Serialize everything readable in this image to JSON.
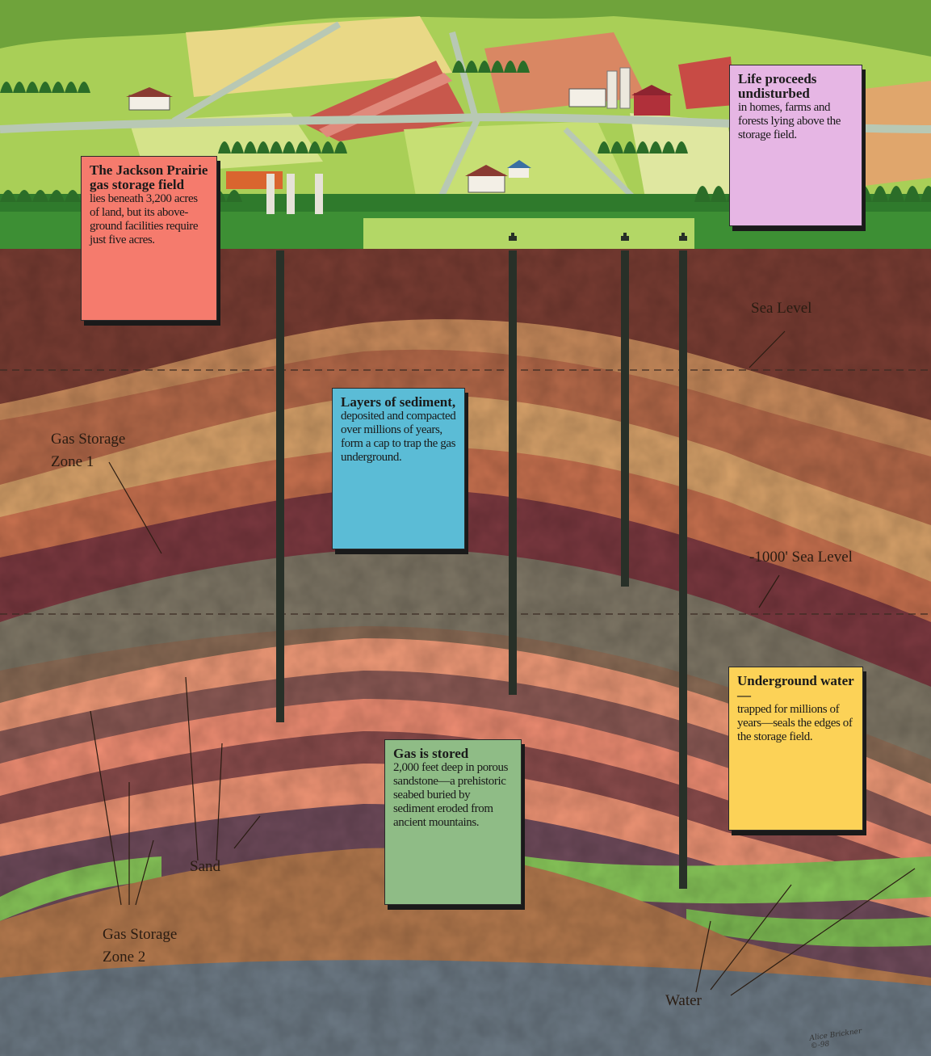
{
  "callouts": {
    "jackson": {
      "heading": "The Jackson Prairie gas storage field",
      "body": "lies beneath 3,200 acres of land, but its above-ground facilities require just five acres.",
      "color": "#f57b6d"
    },
    "life": {
      "heading": "Life proceeds undisturbed",
      "body": "in homes, farms and forests lying above the storage field.",
      "color": "#e6b6e4"
    },
    "layers": {
      "heading": "Layers of sediment,",
      "body": "deposited and compacted over millions of years, form a cap to trap the gas underground.",
      "color": "#5bbcd6"
    },
    "water": {
      "heading": "Underground water—",
      "body": "trapped for millions of years—seals the edges of the storage field.",
      "color": "#fcd257"
    },
    "gas": {
      "heading": "Gas is stored",
      "body": "2,000 feet deep in porous sandstone—a prehistoric seabed buried by sediment eroded from ancient mountains.",
      "color": "#8fbc86"
    }
  },
  "labels": {
    "sea_level": "Sea Level",
    "sea_level_1000": "-1000' Sea Level",
    "zone1_line1": "Gas Storage",
    "zone1_line2": "Zone 1",
    "zone2_line1": "Gas Storage",
    "zone2_line2": "Zone 2",
    "sand": "Sand",
    "water": "Water"
  },
  "signature": {
    "line1": "Alice Brickner",
    "line2": "©-98"
  }
}
